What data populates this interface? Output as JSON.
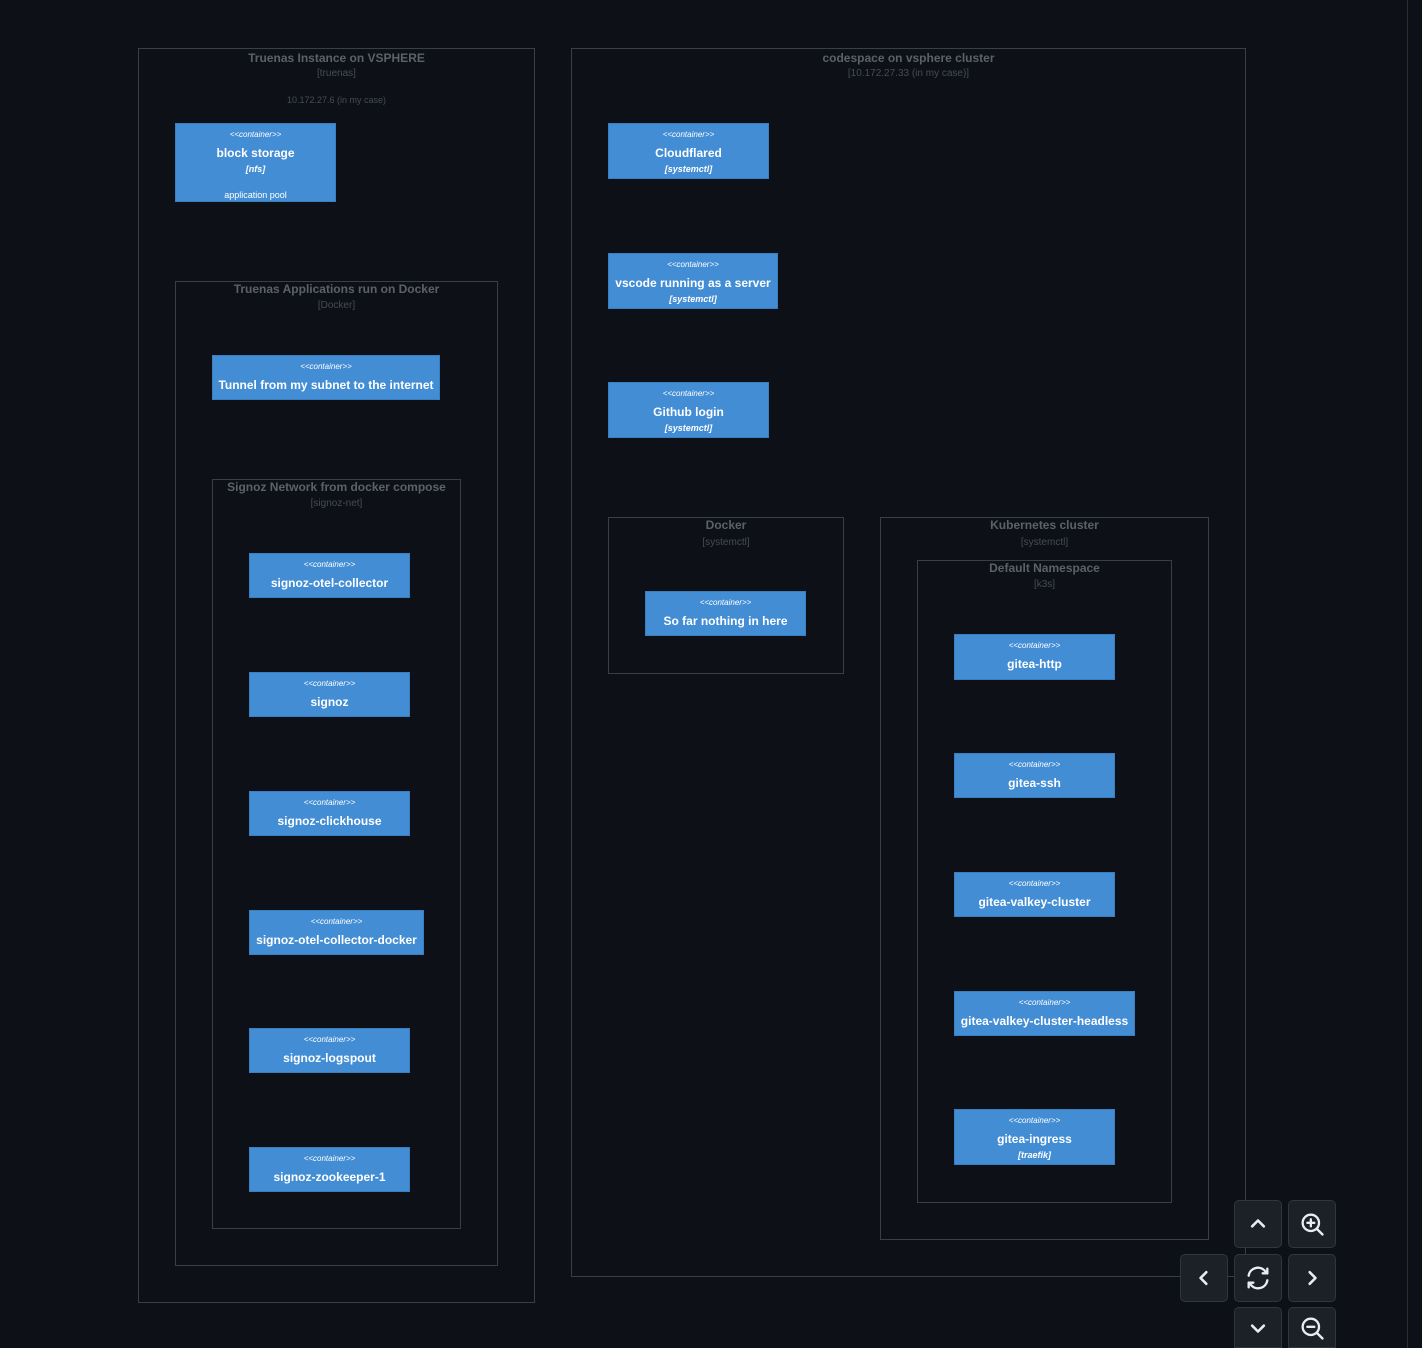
{
  "stereotype": "<<container>>",
  "boundaries": {
    "truenas": {
      "title": "Truenas Instance on VSPHERE",
      "tech": "[truenas]",
      "desc": "10.172.27.6 (in my case)"
    },
    "truenas_apps": {
      "title": "Truenas Applications run on Docker",
      "tech": "[Docker]"
    },
    "signoz_net": {
      "title": "Signoz Network from docker compose",
      "tech": "[signoz-net]"
    },
    "codespace": {
      "title": "codespace on vsphere cluster",
      "tech": "[10.172.27.33 (in my case)]"
    },
    "docker": {
      "title": "Docker",
      "tech": "[systemctl]"
    },
    "kubernetes": {
      "title": "Kubernetes cluster",
      "tech": "[systemctl]"
    },
    "default_ns": {
      "title": "Default Namespace",
      "tech": "[k3s]"
    }
  },
  "containers": {
    "block_storage": {
      "name": "block storage",
      "tech": "[nfs]",
      "desc": "application pool"
    },
    "tunnel": {
      "name": "Tunnel from my subnet to the internet"
    },
    "signoz_otel_collector": {
      "name": "signoz-otel-collector"
    },
    "signoz": {
      "name": "signoz"
    },
    "signoz_clickhouse": {
      "name": "signoz-clickhouse"
    },
    "signoz_otel_collector_docker": {
      "name": "signoz-otel-collector-docker"
    },
    "signoz_logspout": {
      "name": "signoz-logspout"
    },
    "signoz_zookeeper": {
      "name": "signoz-zookeeper-1"
    },
    "cloudflared": {
      "name": "Cloudflared",
      "tech": "[systemctl]"
    },
    "vscode": {
      "name": "vscode running as a server",
      "tech": "[systemctl]"
    },
    "github_login": {
      "name": "Github login",
      "tech": "[systemctl]"
    },
    "nothing": {
      "name": "So far nothing in here"
    },
    "gitea_http": {
      "name": "gitea-http"
    },
    "gitea_ssh": {
      "name": "gitea-ssh"
    },
    "gitea_valkey_cluster": {
      "name": "gitea-valkey-cluster"
    },
    "gitea_valkey_headless": {
      "name": "gitea-valkey-cluster-headless"
    },
    "gitea_ingress": {
      "name": "gitea-ingress",
      "tech": "[traefik]"
    }
  },
  "controls": {
    "up": "chevron-up-icon",
    "zoom_in": "zoom-in-icon",
    "left": "chevron-left-icon",
    "reset": "refresh-icon",
    "right": "chevron-right-icon",
    "down": "chevron-down-icon",
    "zoom_out": "zoom-out-icon"
  },
  "colors": {
    "background": "#0d1117",
    "container": "#438dd5",
    "boundary": "#3a3f47"
  }
}
